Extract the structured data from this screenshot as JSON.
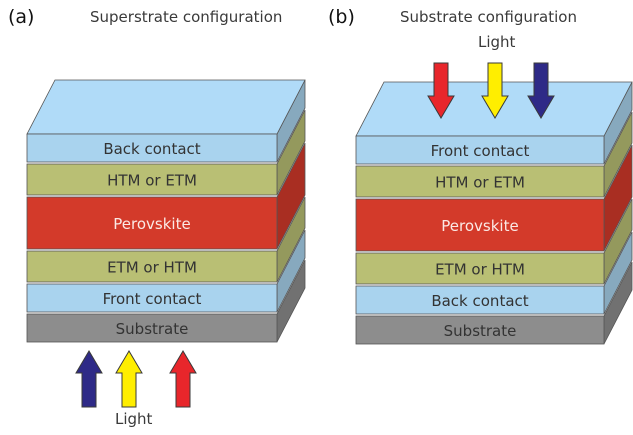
{
  "colors": {
    "contact_blue": "#a9d3ee",
    "transport_olive": "#b9bf74",
    "perovskite_red": "#d33a2a",
    "substrate_gray": "#8d8d8d",
    "arrow_red": "#e8262b",
    "arrow_yellow": "#ffee00",
    "arrow_blue": "#2e2a87"
  },
  "panels": [
    {
      "letter": "(a)",
      "title": "Superstrate configuration",
      "light_label": "Light",
      "light_position": "bottom",
      "arrows": [
        "blue",
        "yellow",
        "red"
      ],
      "layers": [
        {
          "label": "Back contact",
          "kind": "contact"
        },
        {
          "label": "HTM or ETM",
          "kind": "transport"
        },
        {
          "label": "Perovskite",
          "kind": "perovskite"
        },
        {
          "label": "ETM or HTM",
          "kind": "transport"
        },
        {
          "label": "Front contact",
          "kind": "contact"
        },
        {
          "label": "Substrate",
          "kind": "substrate"
        }
      ]
    },
    {
      "letter": "(b)",
      "title": "Substrate configuration",
      "light_label": "Light",
      "light_position": "top",
      "arrows": [
        "red",
        "yellow",
        "blue"
      ],
      "layers": [
        {
          "label": "Front contact",
          "kind": "contact"
        },
        {
          "label": "HTM or ETM",
          "kind": "transport"
        },
        {
          "label": "Perovskite",
          "kind": "perovskite"
        },
        {
          "label": "ETM or HTM",
          "kind": "transport"
        },
        {
          "label": "Back contact",
          "kind": "contact"
        },
        {
          "label": "Substrate",
          "kind": "substrate"
        }
      ]
    }
  ]
}
